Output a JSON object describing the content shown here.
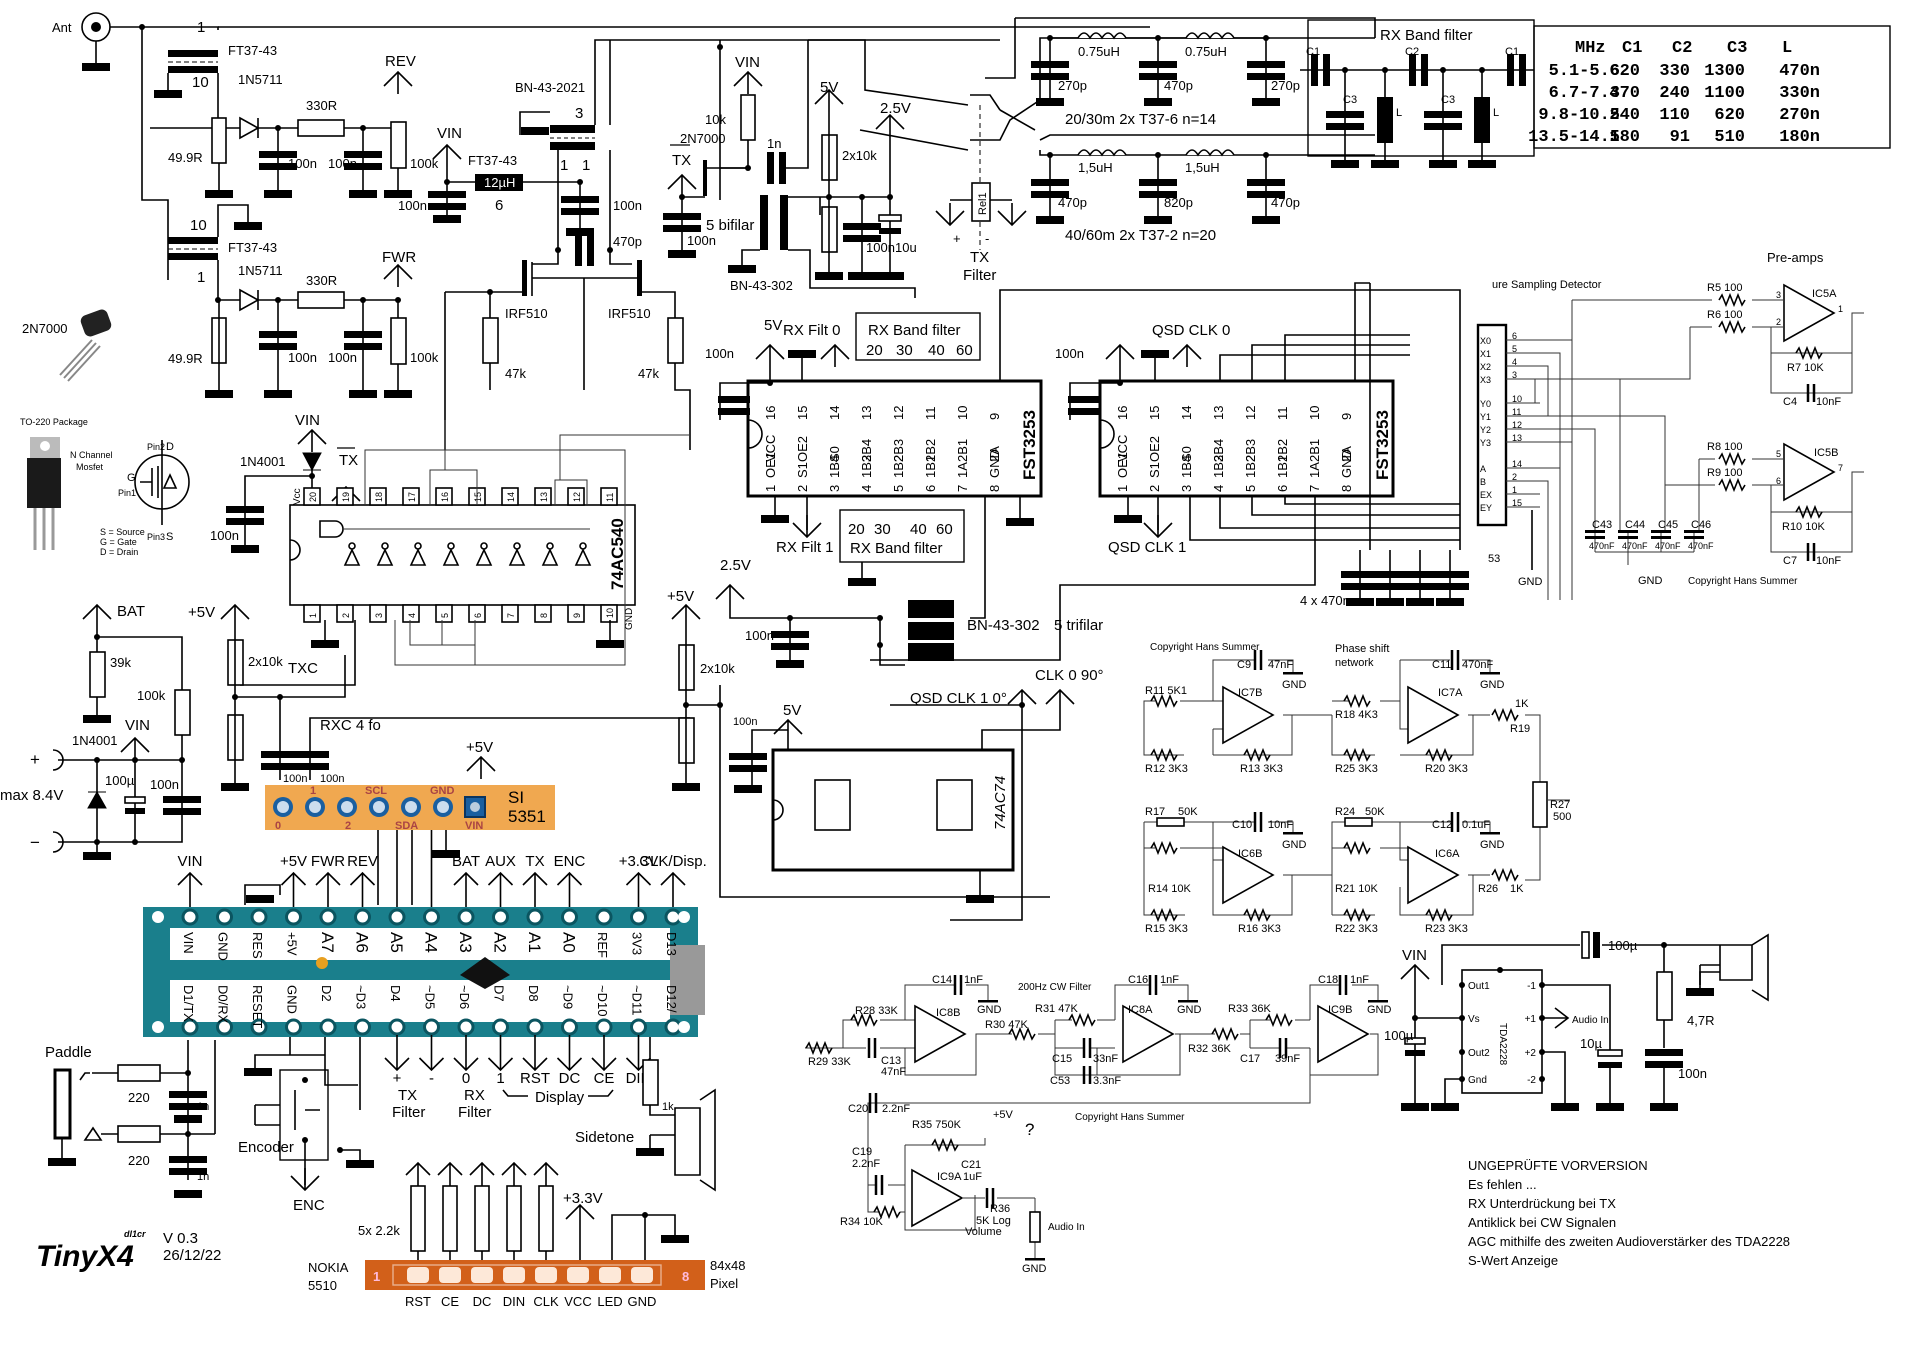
{
  "title": {
    "name": "TinyX4",
    "author": "dl1cr",
    "version": "V 0.3",
    "date": "26/12/22"
  },
  "antenna": {
    "label": "Ant"
  },
  "swr_bridge": {
    "toroid": "FT37-43",
    "turns_top": "1",
    "turns_bottom": "10",
    "diode": "1N5711",
    "series_r": "330R",
    "load_r": "49.9R",
    "cap": "100n",
    "out_r": "100k",
    "rev_label": "REV",
    "fwr_label": "FWR"
  },
  "pa": {
    "vin": "VIN",
    "choke_core": "FT37-43",
    "choke": "12µH",
    "choke_turns": "6",
    "xfmr": "BN-43-2021",
    "xfmr_turns": "3",
    "sec_a": "1",
    "sec_b": "1",
    "cap_100n": "100n",
    "cap_470p": "470p",
    "mosfet_a": "IRF510",
    "mosfet_b": "IRF510",
    "gate_r": "47k"
  },
  "driver": {
    "vin": "VIN",
    "r10k": "10k",
    "fet": "2N7000",
    "c1n": "1n",
    "tx_label": "TX",
    "c100n": "100n",
    "bifilar": "5 bifilar",
    "core": "BN-43-302",
    "v5": "5V",
    "v25": "2.5V",
    "div": "2x10k",
    "c10u": "10u"
  },
  "tx_filter": {
    "relay": "Rel1",
    "plus": "+",
    "minus": "-",
    "label_1": "TX",
    "label_2": "Filter",
    "band_a": {
      "name": "20/30m  2x T37-6  n=14",
      "L1": "0.75uH",
      "L2": "0.75uH",
      "C1": "270p",
      "C2": "470p",
      "C3": "270p"
    },
    "band_b": {
      "name": "40/60m  2x  T37-2  n=20",
      "L1": "1,5uH",
      "L2": "1,5uH",
      "C1": "470p",
      "C2": "820p",
      "C3": "470p"
    }
  },
  "rx_band_filter": {
    "title": "RX Band filter",
    "c1": "C1",
    "c2": "C2",
    "c3": "C3",
    "l": "L",
    "table": {
      "headers": [
        "MHz",
        "C1",
        "C2",
        "C3",
        "L"
      ],
      "rows": [
        [
          "5.1-5.6",
          "620",
          "330",
          "1300",
          "470n"
        ],
        [
          "6.7-7.3",
          "470",
          "240",
          "1100",
          "330n"
        ],
        [
          "9.8-10.5",
          "240",
          "110",
          "620",
          "270n"
        ],
        [
          "13.5-14.5",
          "180",
          "91",
          "510",
          "180n"
        ]
      ]
    }
  },
  "mosfet_info": {
    "part": "2N7000",
    "pkg": "TO-220 Package",
    "type_1": "N Channel",
    "type_2": "Mosfet",
    "pin2": "Pin2",
    "pin1": "Pin1",
    "pin3": "Pin3",
    "d": "D",
    "g": "G",
    "s": "S",
    "legend": [
      "S = Source",
      "G = Gate",
      "D = Drain"
    ]
  },
  "buffer": {
    "chip": "74AC540",
    "vin": "VIN",
    "diode": "1N4001",
    "tx": "TX",
    "cap": "100n",
    "vcc": "Vcc",
    "gnd": "GND",
    "top_pins": [
      "20",
      "19",
      "18",
      "17",
      "16",
      "15",
      "14",
      "13",
      "12",
      "11"
    ],
    "bottom_pins": [
      "1",
      "2",
      "3",
      "4",
      "5",
      "6",
      "7",
      "8",
      "9",
      "10"
    ]
  },
  "mux_rx": {
    "chip": "FST3253",
    "v5": "5V",
    "cap": "100n",
    "filt0": "RX Filt 0",
    "filt1": "RX Filt 1",
    "band_box": "RX Band filter",
    "bands": [
      "20",
      "30",
      "40",
      "60"
    ],
    "top_pins": [
      "16",
      "15",
      "14",
      "13",
      "12",
      "11",
      "10",
      "9"
    ],
    "top_names": [
      "VCC",
      "OE2",
      "S0",
      "2B4",
      "2B3",
      "2B2",
      "2B1",
      "2A"
    ],
    "bottom_pins": [
      "1",
      "2",
      "3",
      "4",
      "5",
      "6",
      "7",
      "8"
    ],
    "bottom_names": [
      "OE1",
      "S1",
      "1B4",
      "1B3",
      "1B2",
      "1B1",
      "1A",
      "GND"
    ]
  },
  "mux_qsd": {
    "chip": "FST3253",
    "cap": "100n",
    "clk0": "QSD CLK 0",
    "clk1": "QSD CLK 1",
    "caps": "4 x 470n"
  },
  "trifilar": {
    "v25": "2.5V",
    "cap": "100n",
    "core": "BN-43-302",
    "winding": "5 trifilar"
  },
  "detector": {
    "title": "ure Sampling Detector",
    "chip_suffix": "53",
    "pins_left": [
      "X0",
      "X1",
      "X2",
      "X3",
      "Y0",
      "Y1",
      "Y2",
      "Y3",
      "A",
      "B",
      "EX",
      "EY"
    ],
    "pin_nums": [
      "6",
      "5",
      "4",
      "3",
      "10",
      "11",
      "12",
      "13",
      "14",
      "2",
      "1",
      "15"
    ],
    "caps": [
      "C43",
      "C44",
      "C45",
      "C46"
    ],
    "cap_val": "470nF",
    "gnd": "GND",
    "copyright": "Copyright Hans Summer"
  },
  "preamps": {
    "title": "Pre-amps",
    "a": {
      "ic": "IC5A",
      "r_in1": "R5  100",
      "r_in2": "R6  100",
      "rf": "R7   10K",
      "cf": "C4",
      "cf_val": "10nF",
      "p_plus": "3",
      "p_minus": "2",
      "p_out": "1"
    },
    "b": {
      "ic": "IC5B",
      "r_in1": "R8  100",
      "r_in2": "R9  100",
      "rf": "R10  10K",
      "cf": "C7",
      "cf_val": "10nF",
      "p_plus": "5",
      "p_minus": "6",
      "p_out": "7"
    }
  },
  "supply": {
    "bat": "BAT",
    "r39k": "39k",
    "r100k": "100k",
    "vin": "VIN",
    "diode": "1N4001",
    "plus": "+",
    "minus": "−",
    "max": "max 8.4V",
    "c100u": "100µ",
    "c100n": "100n"
  },
  "txc": {
    "v5": "+5V",
    "div": "2x10k",
    "txc": "TXC",
    "rxc": "RXC 4 fo",
    "c1": "100n",
    "c2": "100n"
  },
  "si5351": {
    "name_1": "SI",
    "name_2": "5351",
    "v5": "+5V",
    "top_labels": [
      "1",
      "SCL",
      "GND"
    ],
    "bottom_labels": [
      "0",
      "2",
      "SDA",
      "VIN"
    ]
  },
  "clkdiv": {
    "chip": "74AC74",
    "v5_top": "+5V",
    "div": "2x10k",
    "v5": "5V",
    "cap": "100n",
    "clk1": "QSD CLK 1 0°",
    "clk0": "CLK 0 90°"
  },
  "arduino": {
    "top_signals": [
      "VIN",
      "+5V",
      "FWR",
      "REV",
      "BAT",
      "AUX",
      "TX",
      "ENC",
      "+3.3V",
      "CLK/Disp."
    ],
    "top_pins": [
      "VIN",
      "GND",
      "RES",
      "+5V",
      "A7",
      "A6",
      "A5",
      "A4",
      "A3",
      "A2",
      "A1",
      "A0",
      "REF",
      "3V3",
      "D13"
    ],
    "bottom_pins": [
      "D1/TX",
      "D0/RX",
      "RESET",
      "GND",
      "D2",
      "~D3",
      "D4",
      "~D5",
      "~D6",
      "D7",
      "D8",
      "~D9",
      "~D10",
      "~D11",
      "D12/"
    ],
    "bottom_signals": [
      "+",
      "-",
      "0",
      "1",
      "RST",
      "DC",
      "CE",
      "DIN"
    ],
    "tx_filter_1": "TX",
    "tx_filter_2": "Filter",
    "rx_filter_1": "RX",
    "rx_filter_2": "Filter",
    "display": "Display"
  },
  "paddle": {
    "label": "Paddle",
    "r1": "220",
    "r2": "220",
    "c1": "1n",
    "c2": "1n"
  },
  "encoder": {
    "label": "Encoder",
    "enc": "ENC"
  },
  "sidetone": {
    "label": "Sidetone",
    "r": "1k"
  },
  "display": {
    "model_1": "NOKIA",
    "model_2": "5510",
    "res_1": "84x48",
    "res_2": "Pixel",
    "pullups": "5x 2.2k",
    "v33": "+3.3V",
    "pin_first": "1",
    "pin_last": "8",
    "pins": [
      "RST",
      "CE",
      "DC",
      "DIN",
      "CLK",
      "VCC",
      "LED",
      "GND"
    ]
  },
  "phase_shift": {
    "copyright": "Copyright Hans Summer",
    "title_1": "Phase shift",
    "title_2": "network",
    "ic7b": "IC7B",
    "ic7a": "IC7A",
    "ic6b": "IC6B",
    "ic6a": "IC6A",
    "c9": "C9",
    "c9v": "47nF",
    "c11": "C11",
    "c11v": "470nF",
    "c10": "C10",
    "c10v": "10nF",
    "c12": "C12",
    "c12v": "0.1uF",
    "r11": "R11  5K1",
    "r12": "R12  3K3",
    "r13": "R13  3K3",
    "r18": "R18  4K3",
    "r25": "R25   3K3",
    "r20": "R20   3K3",
    "r19v": "1K",
    "r19": "R19",
    "r17": "R17",
    "r17v": "50K",
    "r24": "R24",
    "r24v": "50K",
    "r14": "R14  10K",
    "r15": "R15  3K3",
    "r16": "R16  3K3",
    "r21": "R21  10K",
    "r22": "R22  3K3",
    "r23": "R23  3K3",
    "r26": "R26",
    "r26v": "1K",
    "r27": "R27",
    "r27v": "500",
    "gnd": "GND"
  },
  "cw_filter": {
    "title": "200Hz CW Filter",
    "copyright": "Copyright Hans Summer",
    "ic8b": "IC8B",
    "ic8a": "IC8A",
    "ic9b": "IC9B",
    "ic9a": "IC9A",
    "c14": "C14",
    "c14v": "1nF",
    "c16": "C16",
    "c16v": "1nF",
    "c18": "C18",
    "c18v": "1nF",
    "r28": "R28  33K",
    "r29": "R29  33K",
    "c13": "C13",
    "c13v": "47nF",
    "r30": "R30  47K",
    "r31": "R31  47K",
    "c15": "C15",
    "c15v": "33nF",
    "c53": "C53",
    "c53v": "3.3nF",
    "r32": "R32  36K",
    "r33": "R33  36K",
    "c17": "C17",
    "c17v": "39nF",
    "c20": "C20",
    "c20v": "2.2nF",
    "r35": "R35  750K",
    "v5": "+5V",
    "q": "?",
    "c19": "C19",
    "c19v": "2.2nF",
    "r34": "R34  10K",
    "c21": "C21",
    "c21v": "1uF",
    "r36": "R36",
    "r36v": "5K Log",
    "volume": "Volume",
    "audio_in": "Audio In",
    "gnd": "GND"
  },
  "audio_amp": {
    "chip": "TDA2228",
    "vin": "VIN",
    "c_in": "100µ",
    "c_out": "100µ",
    "c_10u": "10µ",
    "r": "4,7R",
    "c_100n": "100n",
    "pins_left": [
      "Out1",
      "Vs",
      "Out2",
      "Gnd"
    ],
    "pins_right": [
      "-1",
      "+1",
      "+2",
      "-2"
    ],
    "audio_in": "Audio In"
  },
  "notes": {
    "lines": [
      "UNGEPRÜFTE VORVERSION",
      "Es fehlen ...",
      "RX Unterdrückung bei TX",
      "Antiklick bei CW Signalen",
      "AGC mithilfe des zweiten Audioverstärker des TDA2228",
      "S-Wert Anzeige"
    ]
  }
}
